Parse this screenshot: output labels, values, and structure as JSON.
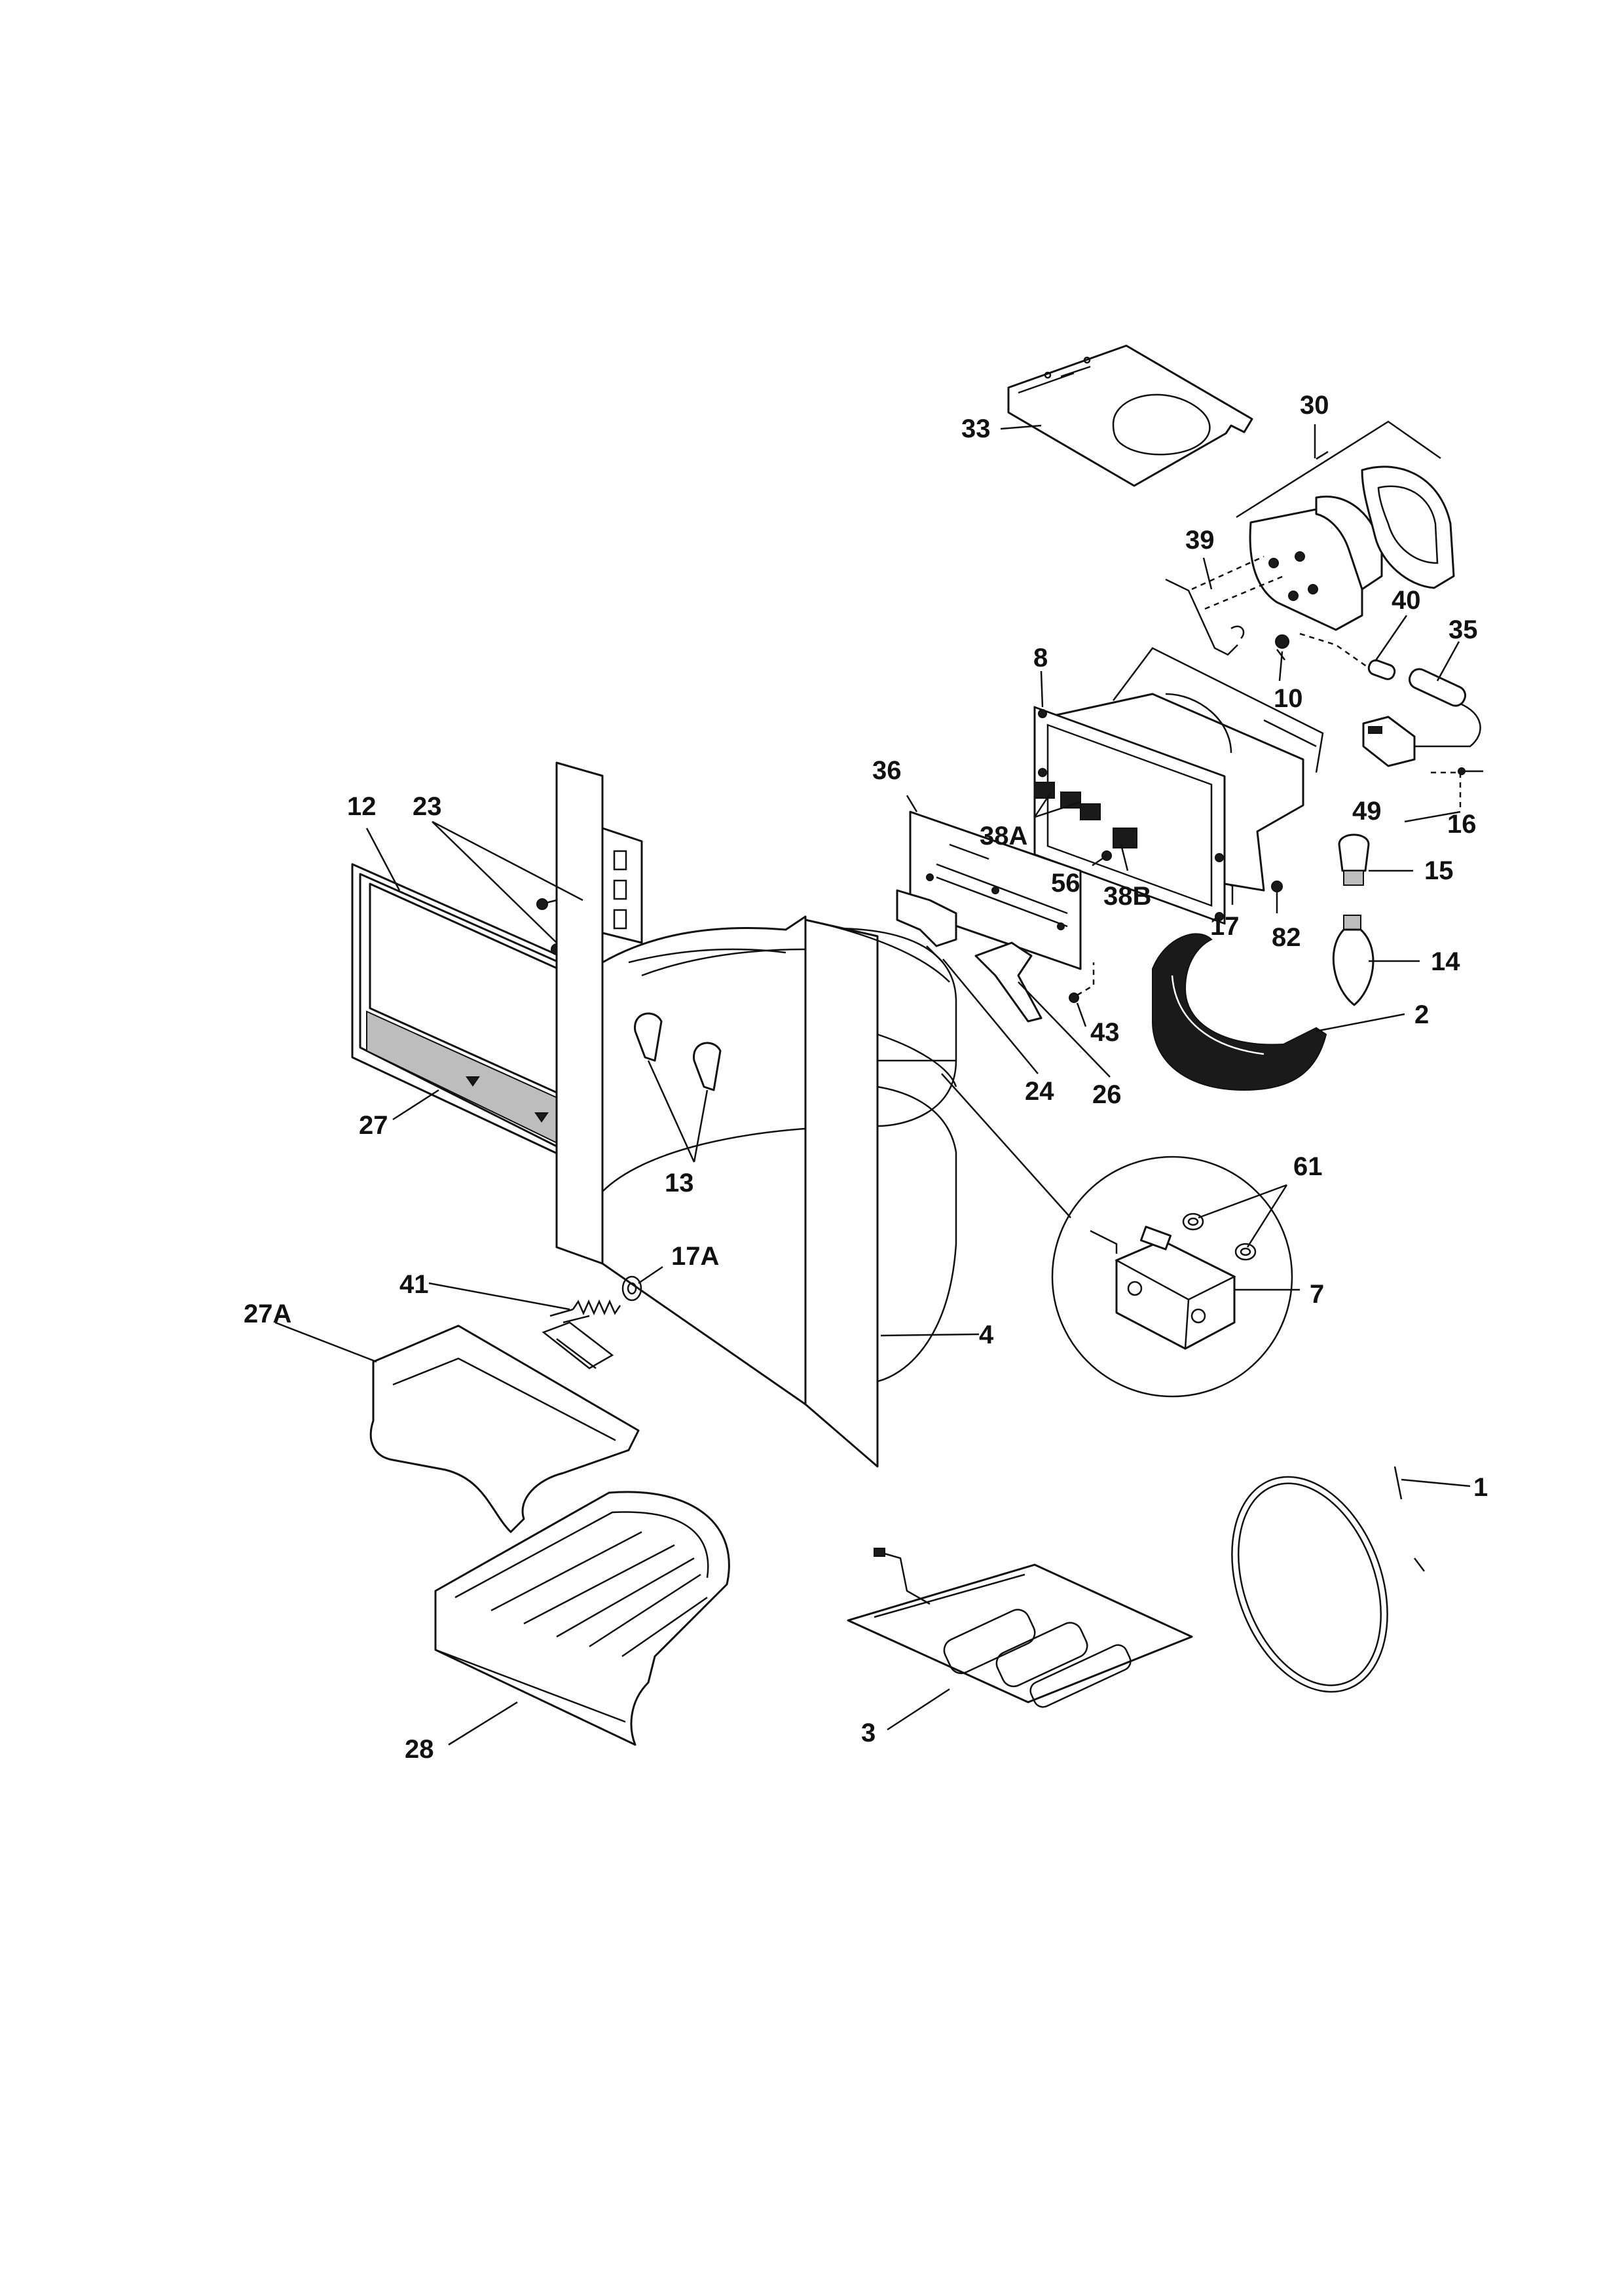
{
  "diagram": {
    "type": "exploded-parts",
    "callouts": [
      {
        "id": "1",
        "label": "1"
      },
      {
        "id": "2",
        "label": "2"
      },
      {
        "id": "3",
        "label": "3"
      },
      {
        "id": "4",
        "label": "4"
      },
      {
        "id": "7",
        "label": "7"
      },
      {
        "id": "8",
        "label": "8"
      },
      {
        "id": "10",
        "label": "10"
      },
      {
        "id": "12",
        "label": "12"
      },
      {
        "id": "13",
        "label": "13"
      },
      {
        "id": "14",
        "label": "14"
      },
      {
        "id": "15",
        "label": "15"
      },
      {
        "id": "16",
        "label": "16"
      },
      {
        "id": "17",
        "label": "17"
      },
      {
        "id": "17A",
        "label": "17A"
      },
      {
        "id": "23",
        "label": "23"
      },
      {
        "id": "24",
        "label": "24"
      },
      {
        "id": "26",
        "label": "26"
      },
      {
        "id": "27",
        "label": "27"
      },
      {
        "id": "27A",
        "label": "27A"
      },
      {
        "id": "28",
        "label": "28"
      },
      {
        "id": "30",
        "label": "30"
      },
      {
        "id": "33",
        "label": "33"
      },
      {
        "id": "35",
        "label": "35"
      },
      {
        "id": "36",
        "label": "36"
      },
      {
        "id": "38A",
        "label": "38A"
      },
      {
        "id": "38B",
        "label": "38B"
      },
      {
        "id": "39",
        "label": "39"
      },
      {
        "id": "40",
        "label": "40"
      },
      {
        "id": "41",
        "label": "41"
      },
      {
        "id": "43",
        "label": "43"
      },
      {
        "id": "49",
        "label": "49"
      },
      {
        "id": "56",
        "label": "56"
      },
      {
        "id": "61",
        "label": "61"
      },
      {
        "id": "82",
        "label": "82"
      }
    ]
  }
}
